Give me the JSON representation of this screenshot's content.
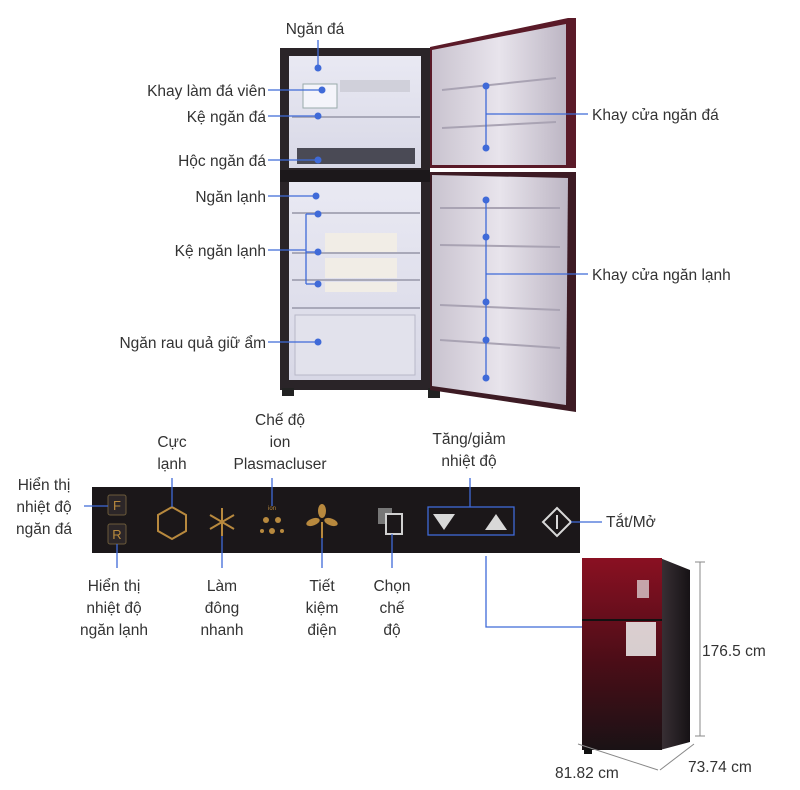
{
  "interior_labels": {
    "ngan_da": "Ngăn đá",
    "khay_lam_da": "Khay làm đá viên",
    "ke_ngan_da": "Kệ ngăn đá",
    "hoc_ngan_da": "Hộc ngăn đá",
    "ngan_lanh": "Ngăn lạnh",
    "ke_ngan_lanh": "Kệ ngăn lạnh",
    "ngan_rau_qua": "Ngăn rau quả giữ ẩm",
    "khay_cua_ngan_da": "Khay cửa ngăn đá",
    "khay_cua_ngan_lanh": "Khay cửa ngăn lạnh"
  },
  "panel": {
    "freezer_letter": "F",
    "fridge_letter": "R",
    "top_labels": {
      "cuc_lanh_1": "Cực",
      "cuc_lanh_2": "lạnh",
      "che_do_ion_1": "Chế độ",
      "che_do_ion_2": "ion",
      "che_do_ion_3": "Plasmacluser",
      "tang_giam_1": "Tăng/giảm",
      "tang_giam_2": "nhiệt độ"
    },
    "left_labels": {
      "hien_thi_ngan_da_1": "Hiển thị",
      "hien_thi_ngan_da_2": "nhiệt độ",
      "hien_thi_ngan_da_3": "ngăn đá"
    },
    "bottom_labels": {
      "hien_thi_ngan_lanh_1": "Hiển thị",
      "hien_thi_ngan_lanh_2": "nhiệt độ",
      "hien_thi_ngan_lanh_3": "ngăn lạnh",
      "lam_dong_1": "Làm",
      "lam_dong_2": "đông",
      "lam_dong_3": "nhanh",
      "tiet_kiem_1": "Tiết",
      "tiet_kiem_2": "kiệm",
      "tiet_kiem_3": "điện",
      "chon_che_do_1": "Chọn",
      "chon_che_do_2": "chế",
      "chon_che_do_3": "độ"
    },
    "right_label": "Tắt/Mở",
    "indicator_text": "ion"
  },
  "dimensions": {
    "height": "176.5 cm",
    "width": "81.82 cm",
    "depth": "73.74 cm"
  },
  "colors": {
    "accent_blue": "#3f6ad8",
    "panel_bg": "#1b1719",
    "gold": "#b8893e",
    "door_red": "#7a0f1e"
  },
  "icons": [
    "hexagon-icon",
    "snowflake-icon",
    "ion-dots-icon",
    "leaf-icon",
    "mode-squares-icon",
    "triangle-down-icon",
    "triangle-up-icon",
    "power-icon"
  ]
}
